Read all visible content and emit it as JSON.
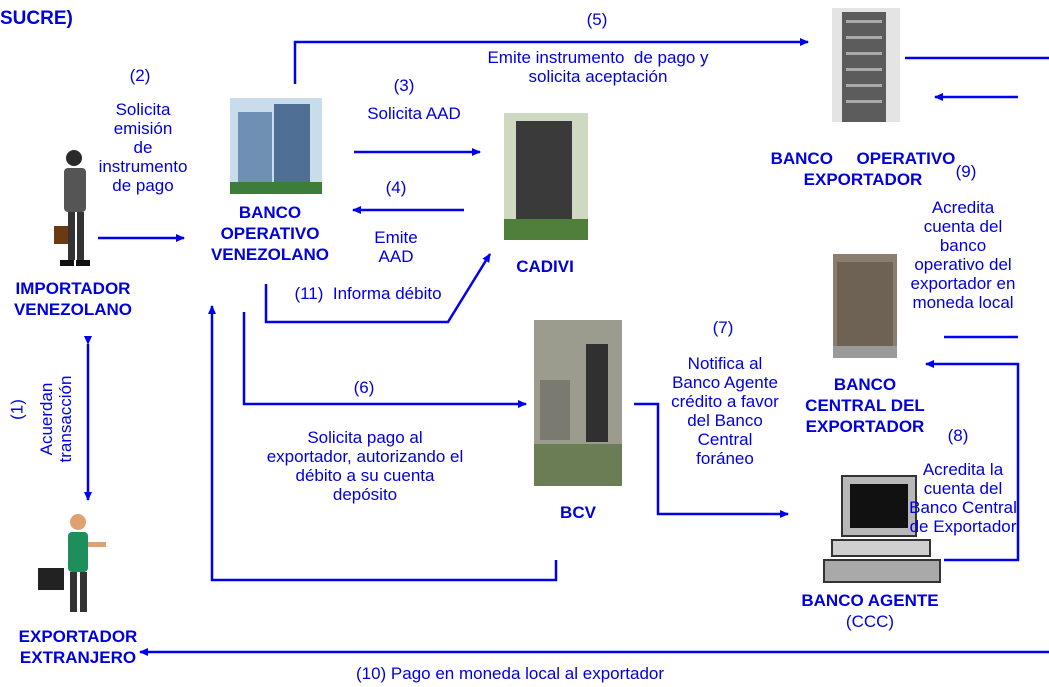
{
  "header": "SUCRE)",
  "actors": {
    "importador": "IMPORTADOR\nVENEZOLANO",
    "exportador": "EXPORTADOR\nEXTRANJERO",
    "banco_venezolano": "BANCO\nOPERATIVO\nVENEZOLANO",
    "cadivi": "CADIVI",
    "bcv": "BCV",
    "banco_exportador": "BANCO     OPERATIVO\nEXPORTADOR",
    "banco_central_exportador": "BANCO\nCENTRAL DEL\nEXPORTADOR",
    "banco_agente": "BANCO AGENTE",
    "banco_agente_sub": "(CCC)"
  },
  "steps": {
    "s1_num": "(1)",
    "s1_text": "Acuerdan\ntransacción",
    "s2_num": "(2)",
    "s2_text": "Solicita\nemisión\nde\ninstrumento\nde pago",
    "s3_num": "(3)",
    "s3_text": "Solicita AAD",
    "s4_num": "(4)",
    "s4_text": "Emite\nAAD",
    "s5_num": "(5)",
    "s5_text": "Emite instrumento  de pago y\nsolicita aceptación",
    "s6_num": "(6)",
    "s6_text": "Solicita pago al\nexportador, autorizando el\ndébito a su cuenta\ndepósito",
    "s7_num": "(7)",
    "s7_text": "Notifica al\nBanco Agente\ncrédito a favor\ndel Banco\nCentral\nforáneo",
    "s8_num": "(8)",
    "s8_text": "Acredita la\ncuenta del\nBanco Central\nde Exportador",
    "s9_num": "(9)",
    "s9_text": "Acredita\ncuenta del\nbanco\noperativo del\nexportador en\nmoneda local",
    "s10_text": "(10) Pago en moneda local al exportador",
    "s11_text": "(11)  Informa débito"
  },
  "colors": {
    "text": "#0000dd",
    "arrow": "#0000ee"
  },
  "icons": [
    "businessman-icon",
    "bank-tower-icon",
    "cadivi-building-icon",
    "bcv-city-icon",
    "office-tower-icon",
    "central-bank-building-icon",
    "computer-icon",
    "traveler-icon"
  ]
}
